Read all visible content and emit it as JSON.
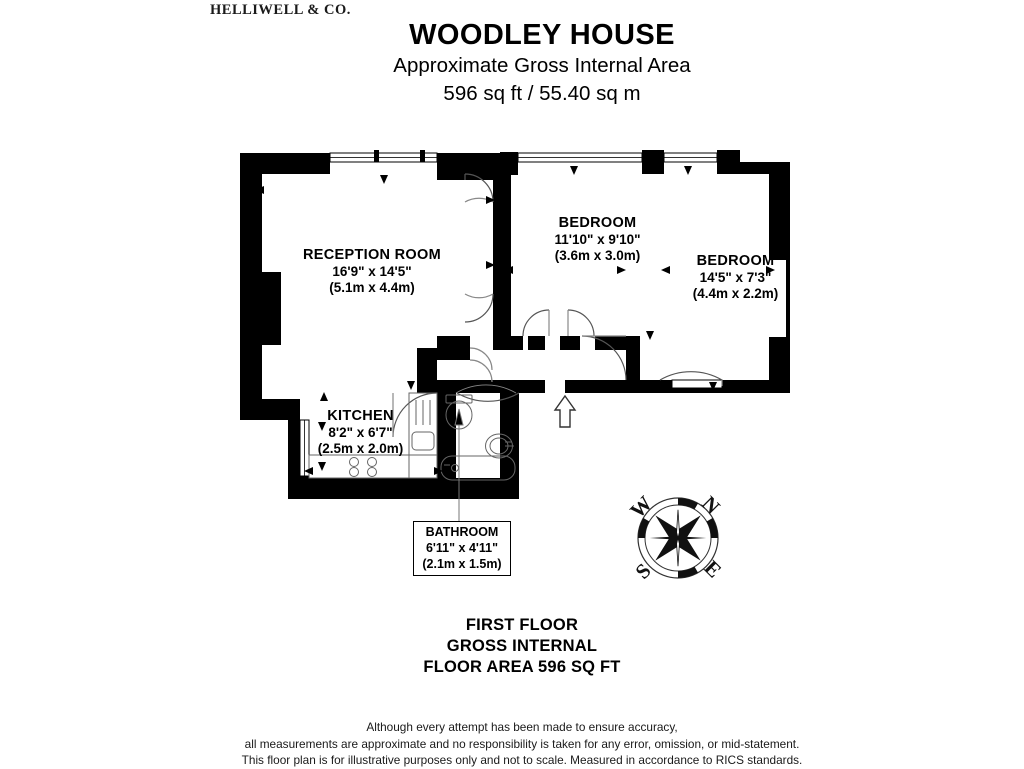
{
  "branding": {
    "company": "HELLIWELL & CO."
  },
  "header": {
    "property_name": "WOODLEY HOUSE",
    "area_caption": "Approximate Gross Internal Area",
    "area_value": "596 sq ft / 55.40 sq m"
  },
  "rooms": [
    {
      "key": "reception",
      "name": "RECEPTION ROOM",
      "imperial": "16'9\" x 14'5\"",
      "metric": "(5.1m x 4.4m)"
    },
    {
      "key": "bedroom1",
      "name": "BEDROOM",
      "imperial": "11'10\" x 9'10\"",
      "metric": "(3.6m x 3.0m)"
    },
    {
      "key": "bedroom2",
      "name": "BEDROOM",
      "imperial": "14'5\" x 7'3\"",
      "metric": "(4.4m x 2.2m)"
    },
    {
      "key": "kitchen",
      "name": "KITCHEN",
      "imperial": "8'2\" x 6'7\"",
      "metric": "(2.5m x 2.0m)"
    },
    {
      "key": "bathroom",
      "name": "BATHROOM",
      "imperial": "6'11\" x 4'11\"",
      "metric": "(2.1m x 1.5m)"
    }
  ],
  "compass": {
    "north": "N",
    "east": "E",
    "south": "S",
    "west": "W"
  },
  "footer": {
    "line1": "FIRST FLOOR",
    "line2": "GROSS INTERNAL",
    "line3": "FLOOR AREA 596 SQ FT"
  },
  "disclaimer": {
    "line1": "Although every attempt has been made to ensure accuracy,",
    "line2": "all measurements are approximate and no responsibility is taken for any error, omission, or mid-statement.",
    "line3": "This floor plan is for illustrative purposes only and not to scale. Measured in accordance to RICS standards."
  },
  "colors": {
    "wall": "#000000",
    "background": "#ffffff",
    "fixture_line": "#555555"
  }
}
